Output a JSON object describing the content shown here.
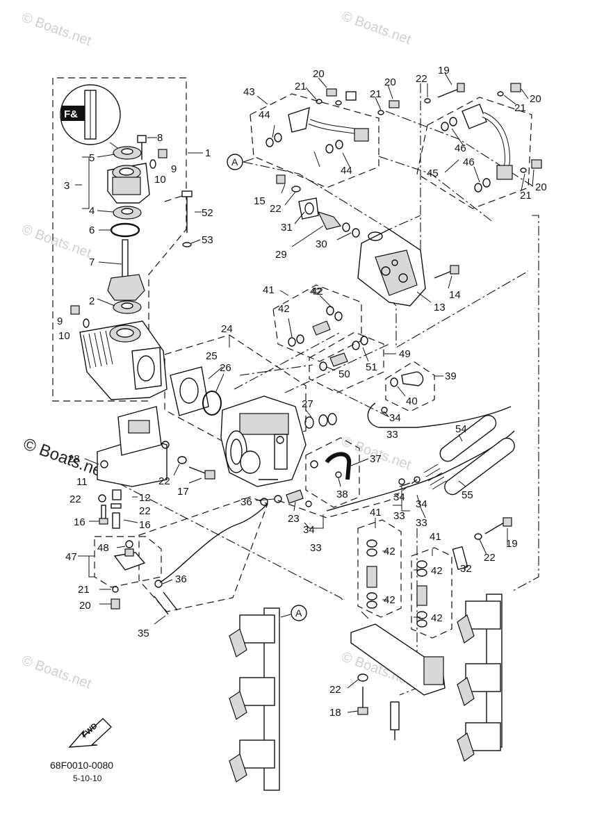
{
  "diagram": {
    "document_code": "68F0010-0080",
    "date_code": "5-10-10",
    "fwd_label": "FWD",
    "ref_marker": "A",
    "tool_icon_text": "F&",
    "watermarks": {
      "main": "© Boats.net",
      "faint": "© Boats.net"
    }
  },
  "callouts": [
    {
      "id": "c1",
      "text": "1"
    },
    {
      "id": "c2",
      "text": "2"
    },
    {
      "id": "c3",
      "text": "3"
    },
    {
      "id": "c4",
      "text": "4"
    },
    {
      "id": "c5",
      "text": "5"
    },
    {
      "id": "c6",
      "text": "6"
    },
    {
      "id": "c7",
      "text": "7"
    },
    {
      "id": "c8",
      "text": "8"
    },
    {
      "id": "c9a",
      "text": "9"
    },
    {
      "id": "c9b",
      "text": "9"
    },
    {
      "id": "c10a",
      "text": "10"
    },
    {
      "id": "c10b",
      "text": "10"
    },
    {
      "id": "c11",
      "text": "11"
    },
    {
      "id": "c12",
      "text": "12"
    },
    {
      "id": "c13",
      "text": "13"
    },
    {
      "id": "c14",
      "text": "14"
    },
    {
      "id": "c15",
      "text": "15"
    },
    {
      "id": "c16a",
      "text": "16"
    },
    {
      "id": "c16b",
      "text": "16"
    },
    {
      "id": "c17",
      "text": "17"
    },
    {
      "id": "c18",
      "text": "18"
    },
    {
      "id": "c19a",
      "text": "19"
    },
    {
      "id": "c19b",
      "text": "19"
    },
    {
      "id": "c20a",
      "text": "20"
    },
    {
      "id": "c20b",
      "text": "20"
    },
    {
      "id": "c20c",
      "text": "20"
    },
    {
      "id": "c20d",
      "text": "20"
    },
    {
      "id": "c20e",
      "text": "20"
    },
    {
      "id": "c21a",
      "text": "21"
    },
    {
      "id": "c21b",
      "text": "21"
    },
    {
      "id": "c21c",
      "text": "21"
    },
    {
      "id": "c21d",
      "text": "21"
    },
    {
      "id": "c21e",
      "text": "21"
    },
    {
      "id": "c22a",
      "text": "22"
    },
    {
      "id": "c22b",
      "text": "22"
    },
    {
      "id": "c22c",
      "text": "22"
    },
    {
      "id": "c22d",
      "text": "22"
    },
    {
      "id": "c22e",
      "text": "22"
    },
    {
      "id": "c22f",
      "text": "22"
    },
    {
      "id": "c22g",
      "text": "22"
    },
    {
      "id": "c23",
      "text": "23"
    },
    {
      "id": "c24",
      "text": "24"
    },
    {
      "id": "c25",
      "text": "25"
    },
    {
      "id": "c26",
      "text": "26"
    },
    {
      "id": "c27",
      "text": "27"
    },
    {
      "id": "c28",
      "text": "28"
    },
    {
      "id": "c29",
      "text": "29"
    },
    {
      "id": "c30",
      "text": "30"
    },
    {
      "id": "c31",
      "text": "31"
    },
    {
      "id": "c32",
      "text": "32"
    },
    {
      "id": "c33a",
      "text": "33"
    },
    {
      "id": "c33b",
      "text": "33"
    },
    {
      "id": "c33c",
      "text": "33"
    },
    {
      "id": "c33d",
      "text": "33"
    },
    {
      "id": "c34a",
      "text": "34"
    },
    {
      "id": "c34b",
      "text": "34"
    },
    {
      "id": "c34c",
      "text": "34"
    },
    {
      "id": "c34d",
      "text": "34"
    },
    {
      "id": "c35",
      "text": "35"
    },
    {
      "id": "c36a",
      "text": "36"
    },
    {
      "id": "c36b",
      "text": "36"
    },
    {
      "id": "c37",
      "text": "37"
    },
    {
      "id": "c38",
      "text": "38"
    },
    {
      "id": "c39",
      "text": "39"
    },
    {
      "id": "c40",
      "text": "40"
    },
    {
      "id": "c41a",
      "text": "41"
    },
    {
      "id": "c41b",
      "text": "41"
    },
    {
      "id": "c41c",
      "text": "41"
    },
    {
      "id": "c42a",
      "text": "42"
    },
    {
      "id": "c42b",
      "text": "42"
    },
    {
      "id": "c42c",
      "text": "42"
    },
    {
      "id": "c42d",
      "text": "42"
    },
    {
      "id": "c42e",
      "text": "42"
    },
    {
      "id": "c42f",
      "text": "42"
    },
    {
      "id": "c42g",
      "text": "42"
    },
    {
      "id": "c43",
      "text": "43"
    },
    {
      "id": "c44a",
      "text": "44"
    },
    {
      "id": "c44b",
      "text": "44"
    },
    {
      "id": "c45",
      "text": "45"
    },
    {
      "id": "c46a",
      "text": "46"
    },
    {
      "id": "c46b",
      "text": "46"
    },
    {
      "id": "c47",
      "text": "47"
    },
    {
      "id": "c48",
      "text": "48"
    },
    {
      "id": "c49",
      "text": "49"
    },
    {
      "id": "c50",
      "text": "50"
    },
    {
      "id": "c51",
      "text": "51"
    },
    {
      "id": "c52",
      "text": "52"
    },
    {
      "id": "c53",
      "text": "53"
    },
    {
      "id": "c54",
      "text": "54"
    },
    {
      "id": "c55",
      "text": "55"
    }
  ]
}
